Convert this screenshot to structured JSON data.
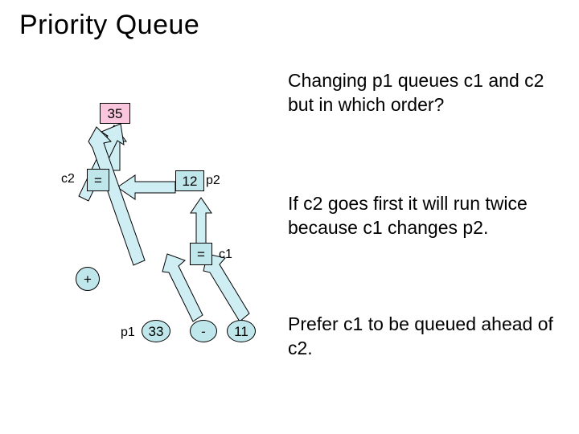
{
  "slide": {
    "title": "Priority Queue",
    "paragraphs": [
      "Changing p1 queues c1 and c2 but in which order?",
      "If c2 goes first it will run twice because c1 changes p2.",
      "Prefer c1 to be queued ahead of c2."
    ]
  },
  "diagram": {
    "nodes": [
      {
        "id": "n35",
        "label": "35",
        "shape": "rect",
        "color": "#f9c6dd"
      },
      {
        "id": "neq1",
        "label": "=",
        "shape": "rect",
        "color": "#bfe6ea"
      },
      {
        "id": "n12",
        "label": "12",
        "shape": "rect",
        "color": "#bfe6ea"
      },
      {
        "id": "neq2",
        "label": "=",
        "shape": "rect",
        "color": "#bfe6ea"
      },
      {
        "id": "nplus",
        "label": "+",
        "shape": "round",
        "color": "#bfe6ea"
      },
      {
        "id": "n33",
        "label": "33",
        "shape": "round",
        "color": "#bfe6ea"
      },
      {
        "id": "nminus",
        "label": "-",
        "shape": "round",
        "color": "#bfe6ea"
      },
      {
        "id": "n11",
        "label": "11",
        "shape": "round",
        "color": "#bfe6ea"
      }
    ],
    "labels": [
      {
        "id": "lc2",
        "text": "c2"
      },
      {
        "id": "lp2",
        "text": "p2"
      },
      {
        "id": "lc1",
        "text": "c1"
      },
      {
        "id": "lp1",
        "text": "p1"
      }
    ],
    "arrow_fill": "#cfeef4",
    "arrow_stroke": "#000000"
  }
}
